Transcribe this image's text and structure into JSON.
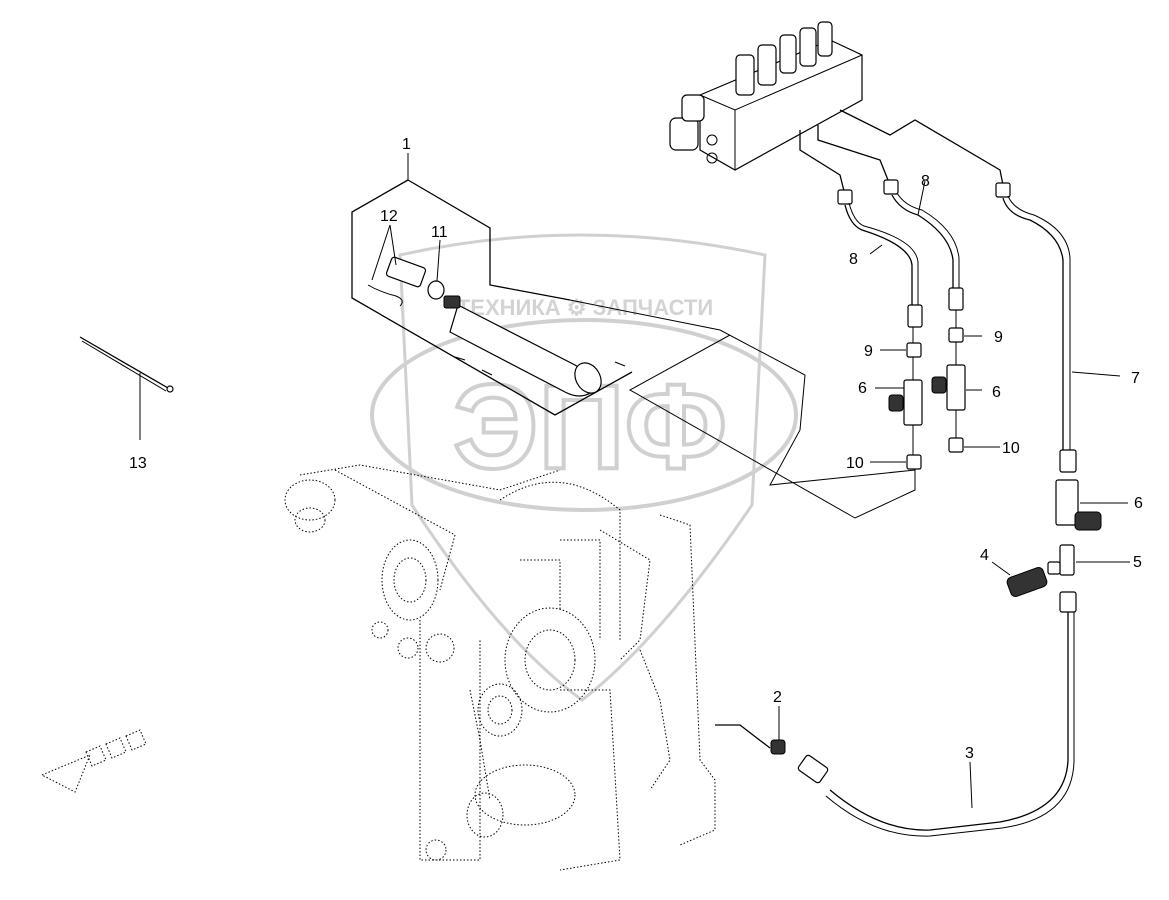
{
  "watermark": {
    "top_text": "ТЕХНИКА ⚙ ЗАПЧАСТИ",
    "logo_text": "ЭПФ",
    "color": "#bdbdbd"
  },
  "callouts": [
    {
      "id": "c1",
      "label": "1"
    },
    {
      "id": "c2",
      "label": "2"
    },
    {
      "id": "c3",
      "label": "3"
    },
    {
      "id": "c4",
      "label": "4"
    },
    {
      "id": "c5",
      "label": "5"
    },
    {
      "id": "c6a",
      "label": "6"
    },
    {
      "id": "c6b",
      "label": "6"
    },
    {
      "id": "c6c",
      "label": "6"
    },
    {
      "id": "c7",
      "label": "7"
    },
    {
      "id": "c8a",
      "label": "8"
    },
    {
      "id": "c8b",
      "label": "8"
    },
    {
      "id": "c9a",
      "label": "9"
    },
    {
      "id": "c9b",
      "label": "9"
    },
    {
      "id": "c10a",
      "label": "10"
    },
    {
      "id": "c10b",
      "label": "10"
    },
    {
      "id": "c11",
      "label": "11"
    },
    {
      "id": "c12",
      "label": "12"
    },
    {
      "id": "c13",
      "label": "13"
    }
  ],
  "colors": {
    "line": "#000000",
    "background": "#ffffff"
  }
}
